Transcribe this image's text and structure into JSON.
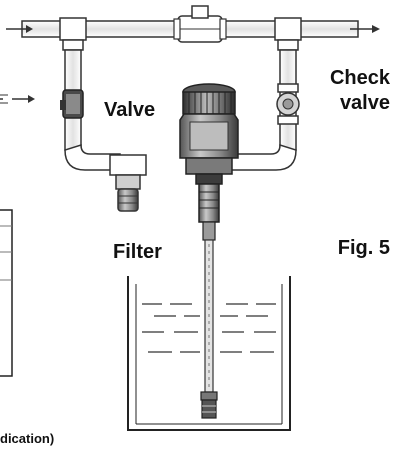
{
  "labels": {
    "valve": "Valve",
    "check_valve_line1": "Check",
    "check_valve_line2": "valve",
    "filter": "Filter",
    "fig": "Fig. 5",
    "bottom_partial": "dication)"
  },
  "colors": {
    "pipe_fill": "#ffffff",
    "pipe_stroke": "#333333",
    "component_dark": "#3a3a3a",
    "component_mid": "#9a9a9a",
    "component_light": "#d0d0d0",
    "water_dash": "#555555"
  }
}
